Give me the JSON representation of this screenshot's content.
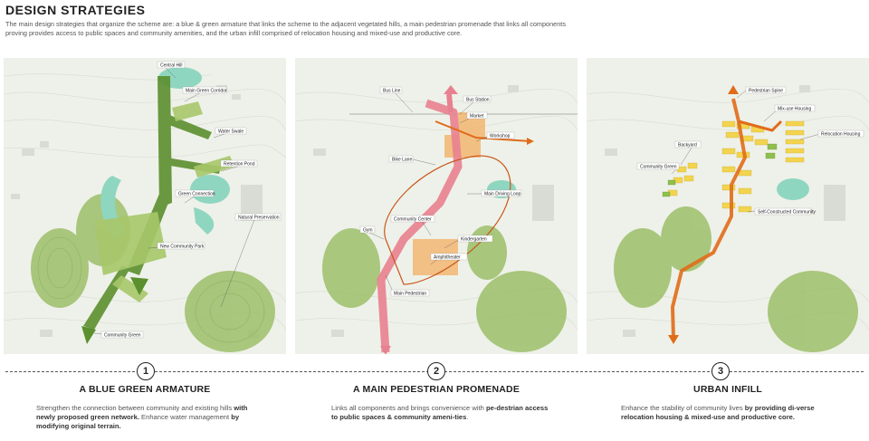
{
  "title": "DESIGN STRATEGIES",
  "intro": "The main design strategies that organize the scheme are: a blue & green armature that links the scheme to the adjacent vegetated hills, a main pedestrian promenade that links all components proving provides access to public spaces and community amenities, and the urban infill comprised of relocation housing and mixed-use and productive core.",
  "strategies": [
    {
      "number": "1",
      "heading": "A BLUE GREEN ARMATURE",
      "desc_plain_1": "Strengthen the connection between community and existing hills ",
      "desc_bold_1": "with newly proposed green network.",
      "desc_plain_2": " Enhance water management ",
      "desc_bold_2": "by modifying original terrain.",
      "labels": [
        "Central Hill",
        "Main Green Corridor",
        "Water Swale",
        "Retention Pond",
        "Green Connection",
        "Natural Preservation",
        "New Community Park",
        "Community Green"
      ]
    },
    {
      "number": "2",
      "heading": "A MAIN PEDESTRIAN PROMENADE",
      "desc_plain_1": "Links all components and brings convenience with ",
      "desc_bold_1": "pe-destrian access to public spaces & community ameni-ties",
      "desc_plain_2": ".",
      "desc_bold_2": "",
      "labels": [
        "Bus Line",
        "Bus Station",
        "Market",
        "Workshop",
        "Bike Lane",
        "Main Driving Loop",
        "Community Center",
        "Gym",
        "Kindergarten",
        "Amphitheater",
        "Main Pedestrian"
      ]
    },
    {
      "number": "3",
      "heading": "URBAN INFILL",
      "desc_plain_1": "Enhance the stability of community lives ",
      "desc_bold_1": "by providing di-verse relocation housing & mixed-use and productive core.",
      "desc_plain_2": "",
      "desc_bold_2": "",
      "labels": [
        "Pedestrian Spine",
        "Mix-use Housing",
        "Relocation Housing",
        "Backyard",
        "Community Green",
        "Self-Constructed Community"
      ]
    }
  ],
  "colors": {
    "green_dark": "#5c8f2e",
    "green_light": "#a8c76a",
    "teal": "#8fd6c0",
    "pink": "#e8818f",
    "orange": "#e06b1a",
    "yellow": "#f2d44e",
    "hill": "#9cbf6a",
    "terrain": "#ecefe6"
  }
}
